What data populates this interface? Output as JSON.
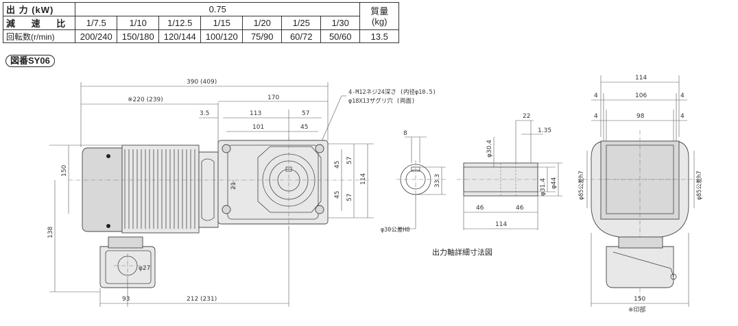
{
  "spec_table": {
    "output_label": "出 力 (kW)",
    "output_value": "0.75",
    "ratio_label": "減 速 比",
    "ratios": [
      "1/7.5",
      "1/10",
      "1/12.5",
      "1/15",
      "1/20",
      "1/25",
      "1/30"
    ],
    "speed_label": "回転数(r/min)",
    "speeds": [
      "200/240",
      "150/180",
      "120/144",
      "100/120",
      "75/90",
      "60/72",
      "50/60"
    ],
    "mass_label_line1": "質量",
    "mass_label_line2": "(kg)",
    "mass_value": "13.5"
  },
  "figure_label": "図番SY06",
  "front_view": {
    "dim_overall": "390 (409)",
    "dim_motor": "※220 (239)",
    "dim_170": "170",
    "dim_35": "3.5",
    "dim_113": "113",
    "dim_57top": "57",
    "dim_101": "101",
    "dim_45top": "45",
    "dim_150": "150",
    "dim_138": "138",
    "dim_21": "21",
    "dim_45a": "45",
    "dim_45b": "45",
    "dim_57a": "57",
    "dim_57b": "57",
    "dim_114": "114",
    "dim_93": "93",
    "dim_212": "212 (231)",
    "dim_27": "φ27",
    "note_line1": "4-M12ネジ24深さ (内径φ10.5)",
    "note_line2": "φ18X13ザグリ穴 (両面)"
  },
  "shaft_detail": {
    "dim_8": "8",
    "dim_333": "33.3",
    "dim_30h8": "φ30公差H8",
    "dim_304": "φ30.4",
    "dim_22": "22",
    "dim_135": "1.35",
    "dim_314": "φ31.4",
    "dim_44": "φ44",
    "dim_46a": "46",
    "dim_46b": "46",
    "dim_114": "114",
    "title": "出力軸詳細寸法図"
  },
  "side_view": {
    "dim_114": "114",
    "dim_4a": "4",
    "dim_106": "106",
    "dim_4b": "4",
    "dim_4c": "4",
    "dim_98": "98",
    "dim_4d": "4",
    "dim_85l": "φ85公差h7",
    "dim_85r": "φ85公差h7",
    "dim_150": "150",
    "note": "※印部"
  }
}
